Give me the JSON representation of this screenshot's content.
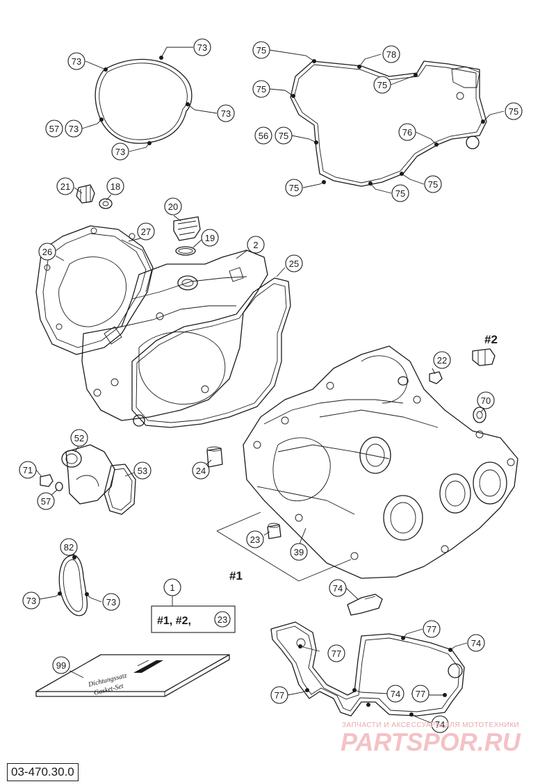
{
  "part_number": "03-470.30.0",
  "callouts": [
    {
      "id": "c73a",
      "label": "73"
    },
    {
      "id": "c73b",
      "label": "73"
    },
    {
      "id": "c73c",
      "label": "73"
    },
    {
      "id": "c73d",
      "label": "73"
    },
    {
      "id": "c73e",
      "label": "73"
    },
    {
      "id": "c57a",
      "label": "57"
    },
    {
      "id": "c75a",
      "label": "75"
    },
    {
      "id": "c78",
      "label": "78"
    },
    {
      "id": "c75b",
      "label": "75"
    },
    {
      "id": "c75c",
      "label": "75"
    },
    {
      "id": "c75d",
      "label": "75"
    },
    {
      "id": "c56",
      "label": "56"
    },
    {
      "id": "c75e",
      "label": "75"
    },
    {
      "id": "c76",
      "label": "76"
    },
    {
      "id": "c75f",
      "label": "75"
    },
    {
      "id": "c75g",
      "label": "75"
    },
    {
      "id": "c75h",
      "label": "75"
    },
    {
      "id": "c21",
      "label": "21"
    },
    {
      "id": "c18",
      "label": "18"
    },
    {
      "id": "c20",
      "label": "20"
    },
    {
      "id": "c19",
      "label": "19"
    },
    {
      "id": "c27",
      "label": "27"
    },
    {
      "id": "c26",
      "label": "26"
    },
    {
      "id": "c2",
      "label": "2"
    },
    {
      "id": "c25",
      "label": "25"
    },
    {
      "id": "c22",
      "label": "22"
    },
    {
      "id": "c70",
      "label": "70"
    },
    {
      "id": "c52",
      "label": "52"
    },
    {
      "id": "c53",
      "label": "53"
    },
    {
      "id": "c71",
      "label": "71"
    },
    {
      "id": "c57b",
      "label": "57"
    },
    {
      "id": "c24",
      "label": "24"
    },
    {
      "id": "c23",
      "label": "23"
    },
    {
      "id": "c39",
      "label": "39"
    },
    {
      "id": "c82",
      "label": "82"
    },
    {
      "id": "c73f",
      "label": "73"
    },
    {
      "id": "c73g",
      "label": "73"
    },
    {
      "id": "c1",
      "label": "1"
    },
    {
      "id": "c74a",
      "label": "74"
    },
    {
      "id": "c77a",
      "label": "77"
    },
    {
      "id": "c77b",
      "label": "77"
    },
    {
      "id": "c74b",
      "label": "74"
    },
    {
      "id": "c99",
      "label": "99"
    },
    {
      "id": "c77c",
      "label": "77"
    },
    {
      "id": "c74c",
      "label": "74"
    },
    {
      "id": "c77d",
      "label": "77"
    },
    {
      "id": "c74d",
      "label": "74"
    }
  ],
  "labels": {
    "set2": "#2",
    "set1": "#1",
    "kit_prefix": "#1, #2,",
    "kit_suffix": "23"
  },
  "gasket_pack": {
    "line1": "Dichtungssatz",
    "line2": "Gasket-Set"
  },
  "watermark": {
    "tagline": "ЗАПЧАСТИ И АКСЕССУАРЫ ДЛЯ МОТОТЕХНИКИ",
    "brand": "PARTSPOR.RU"
  }
}
